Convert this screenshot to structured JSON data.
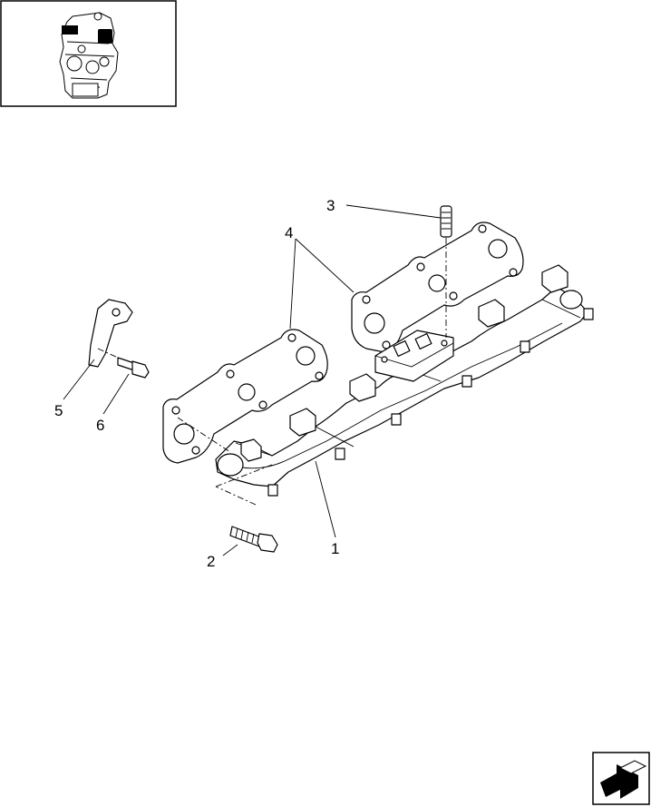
{
  "diagram": {
    "callouts": {
      "c1": "1",
      "c2": "2",
      "c3": "3",
      "c4": "4",
      "c5": "5",
      "c6": "6"
    }
  },
  "icons": {
    "thumbnail": "engine-thumbnail-icon",
    "nav": "return-arrow-icon"
  }
}
